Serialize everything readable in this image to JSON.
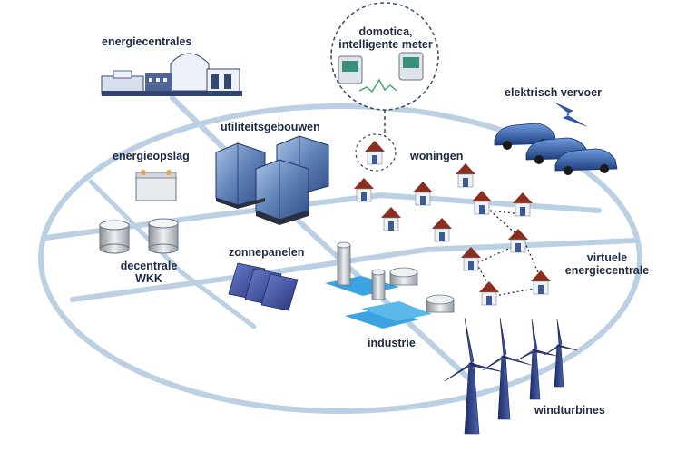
{
  "labels": {
    "energiecentrales": "energiecentrales",
    "domotica_line1": "domotica,",
    "domotica_line2": "intelligente meter",
    "elektrisch_vervoer": "elektrisch vervoer",
    "utiliteitsgebouwen": "utiliteitsgebouwen",
    "energieopslag": "energieopslag",
    "woningen": "woningen",
    "decentrale_line1": "decentrale",
    "decentrale_line2": "WKK",
    "zonnepanelen": "zonnepanelen",
    "virtuele_line1": "virtuele",
    "virtuele_line2": "energiecentrale",
    "industrie": "industrie",
    "windturbines": "windturbines"
  },
  "icons": [
    "power-plant-icon",
    "smart-meter-icon",
    "electric-car-icon",
    "lightning-bolt-icon",
    "office-building-icon",
    "battery-icon",
    "house-icon",
    "storage-tank-icon",
    "solar-panel-icon",
    "factory-icon",
    "wind-turbine-icon"
  ],
  "colors": {
    "grid_line": "#b9cce0",
    "label_text": "#1d2a44",
    "house_roof": "#8a2f1e",
    "house_wall": "#eef2f8",
    "building_glass": "#6d8fc0",
    "car_body": "#2d5aa3",
    "turbine": "#2d3f7a",
    "solar": "#3b4a9a",
    "industry_blue": "#3aa3e0"
  }
}
